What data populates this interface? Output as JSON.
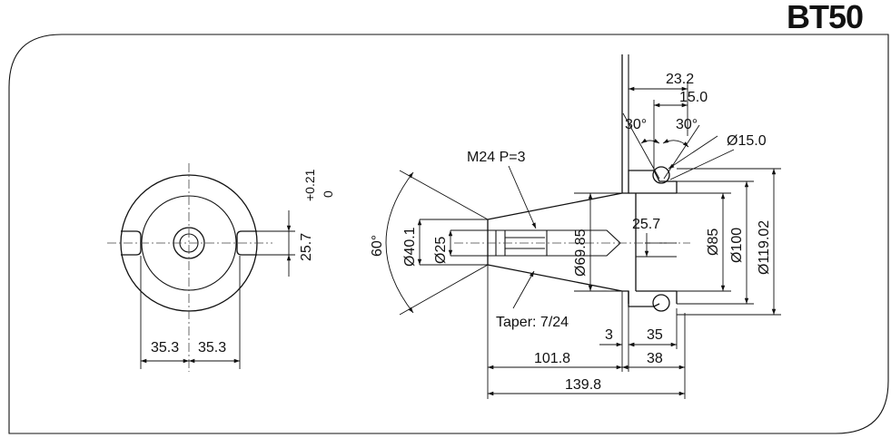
{
  "title": "BT50",
  "front_view": {
    "dim_left": "35.3",
    "dim_right": "35.3",
    "slot_height": "25.7",
    "tolerance_upper": "+0.21",
    "tolerance_lower": "0"
  },
  "side_view": {
    "thread": "M24 P=3",
    "taper": "Taper: 7/24",
    "angle_60": "60°",
    "d40": "Ø40.1",
    "d25": "Ø25",
    "d69": "Ø69.85",
    "d85": "Ø85",
    "d100": "Ø100",
    "d119": "Ø119.02",
    "d15": "Ø15.0",
    "angle_30_left": "30°",
    "angle_30_right": "30°",
    "len_23_2": "23.2",
    "len_15_0": "15.0",
    "len_25_7": "25.7",
    "len_3": "3",
    "len_35": "35",
    "len_38": "38",
    "len_101_8": "101.8",
    "len_139_8": "139.8"
  }
}
